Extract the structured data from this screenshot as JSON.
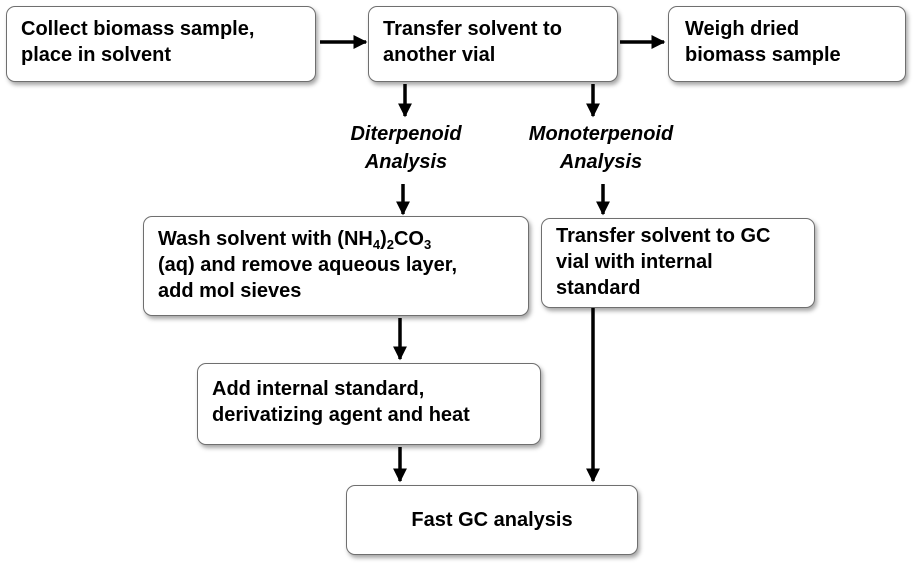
{
  "boxes": {
    "collect": {
      "line1": "Collect biomass sample,",
      "line2": "place in solvent"
    },
    "transfer": {
      "line1": "Transfer solvent to",
      "line2": "another vial"
    },
    "weigh": {
      "line1": "Weigh dried",
      "line2": "biomass sample"
    },
    "wash": {
      "line1_pre": "Wash solvent with (NH",
      "sub1": "4",
      "mid": ")",
      "sub2": "2",
      "co": "CO",
      "sub3": "3",
      "line2": "(aq) and remove aqueous layer,",
      "line3": "add mol sieves"
    },
    "transfer_gc": {
      "line1": "Transfer solvent to GC",
      "line2": "vial with internal",
      "line3": "standard"
    },
    "add_standard": {
      "line1": "Add internal standard,",
      "line2": "derivatizing agent and heat"
    },
    "fast_gc": {
      "line1": "Fast GC analysis"
    }
  },
  "labels": {
    "diterpenoid": {
      "line1": "Diterpenoid",
      "line2": "Analysis"
    },
    "monoterpenoid": {
      "line1": "Monoterpenoid",
      "line2": "Analysis"
    }
  }
}
